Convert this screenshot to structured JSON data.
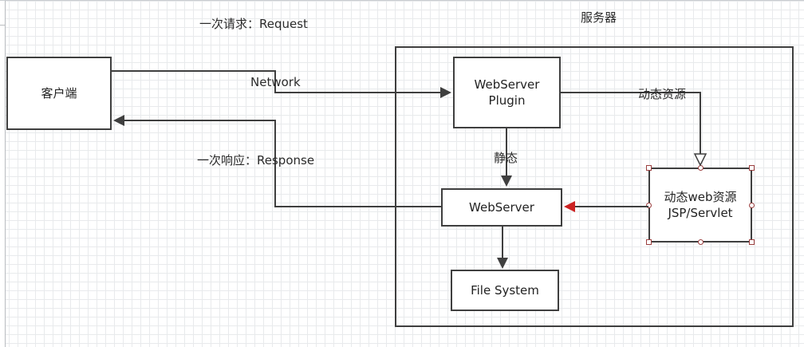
{
  "canvas": {
    "labels": {
      "request": "一次请求：Request",
      "response": "一次响应：Response",
      "network": "Network",
      "server_title": "服务器",
      "static": "静态",
      "dynamic_resource": "动态资源"
    },
    "nodes": {
      "client": {
        "label": "客户端"
      },
      "plugin": {
        "line1": "WebServer",
        "line2": "Plugin"
      },
      "webserver": {
        "label": "WebServer"
      },
      "filesystem": {
        "label": "File System"
      },
      "jsp": {
        "line1": "动态web资源",
        "line2": "JSP/Servlet"
      }
    },
    "colors": {
      "stroke": "#3f3f3f",
      "arrow_red": "#cc2222",
      "handle_border": "#9c3f3f",
      "grid_line": "#e8eaec"
    }
  }
}
